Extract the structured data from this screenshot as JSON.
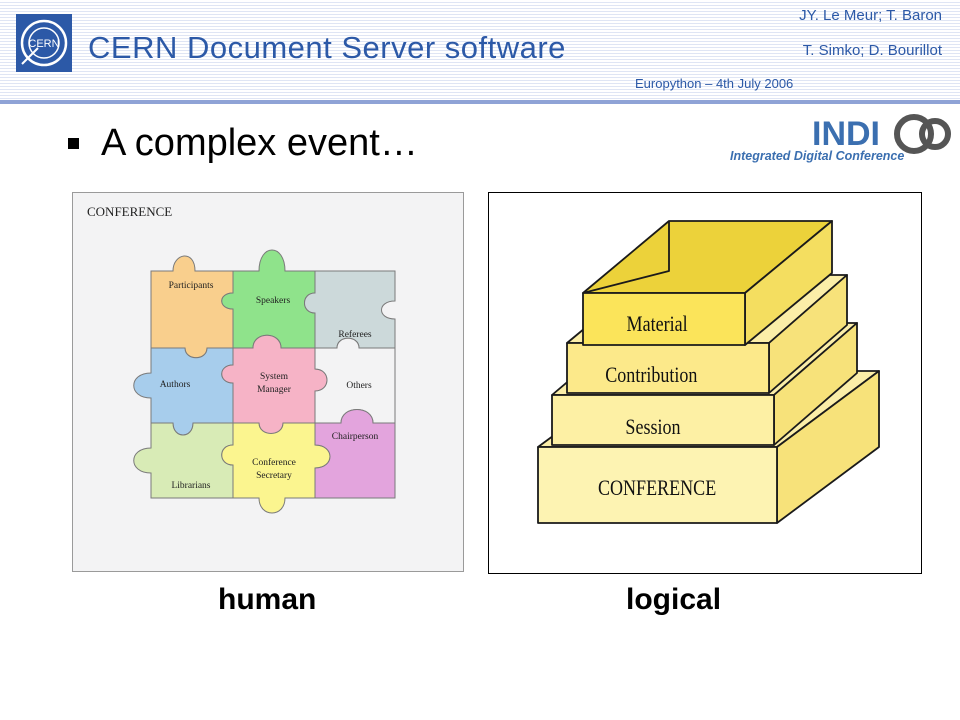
{
  "header": {
    "app_title": "CERN Document Server software",
    "authors_line1": "JY. Le Meur; T. Baron",
    "authors_line2": "T. Simko; D. Bourillot",
    "event": "Europython – 4th July 2006",
    "logo_text": "CERN"
  },
  "slide": {
    "heading": "A complex event…",
    "indico_logo": {
      "title_a": "INDI",
      "title_b": "CO",
      "subtitle": "Integrated Digital Conference"
    }
  },
  "human_diagram": {
    "title": "CONFERENCE",
    "pieces": {
      "participants": "Participants",
      "speakers": "Speakers",
      "referees": "Referees",
      "authors": "Authors",
      "system_manager_1": "System",
      "system_manager_2": "Manager",
      "others": "Others",
      "librarians": "Librarians",
      "conference_secretary_1": "Conference",
      "conference_secretary_2": "Secretary",
      "chairperson": "Chairperson"
    },
    "colors": {
      "participants": "#f9cf8d",
      "speakers": "#8fe38b",
      "referees": "#ccd9da",
      "authors": "#a7cdec",
      "system_manager": "#f6b3c6",
      "others": "#f3f3f4",
      "librarians": "#d8ebb6",
      "conference_secretary": "#fbf58f",
      "chairperson": "#e3a4dd"
    }
  },
  "logical_diagram": {
    "layers": [
      "Material",
      "Contribution",
      "Session",
      "CONFERENCE"
    ]
  },
  "captions": {
    "human": "human",
    "logical": "logical"
  }
}
